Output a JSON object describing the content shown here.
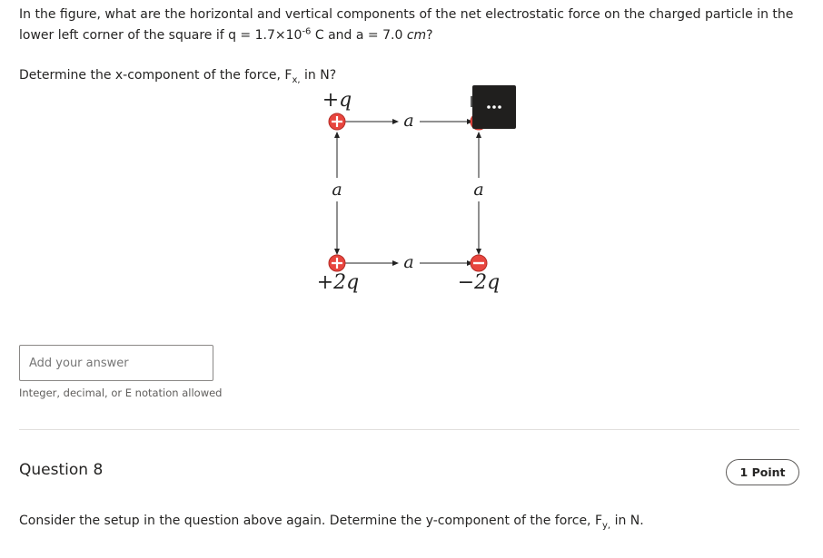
{
  "question7": {
    "text_a": "In the figure, what are the horizontal and vertical components of the net electrostatic force on the charged particle in the lower left corner of the square if q = 1.7×10",
    "exponent": "-6",
    "text_b": " C and a = 7.0 ",
    "unit_cm": "cm",
    "text_c": "?",
    "subq_a": "Determine the x-component of the force, F",
    "subq_sub": "x,",
    "subq_b": " in N?",
    "figure": {
      "label_top_left": "+q",
      "label_bottom_left": "+2q",
      "label_bottom_right": "−2q",
      "label_side": "a"
    },
    "answer_placeholder": "Add your answer",
    "hint": "Integer, decimal, or E notation allowed"
  },
  "question8": {
    "number": "Question 8",
    "points": "1 Point",
    "text_a": "Consider the setup in the question above again.  Determine the y-component of the force, F",
    "sub": "y,",
    "text_b": " in N."
  },
  "icons": {
    "more": "more-options-icon",
    "plus_charge": "plus-charge-icon",
    "minus_charge": "minus-charge-icon"
  },
  "colors": {
    "charge_fill": "#e8463f",
    "dark_button": "#201f1e"
  }
}
